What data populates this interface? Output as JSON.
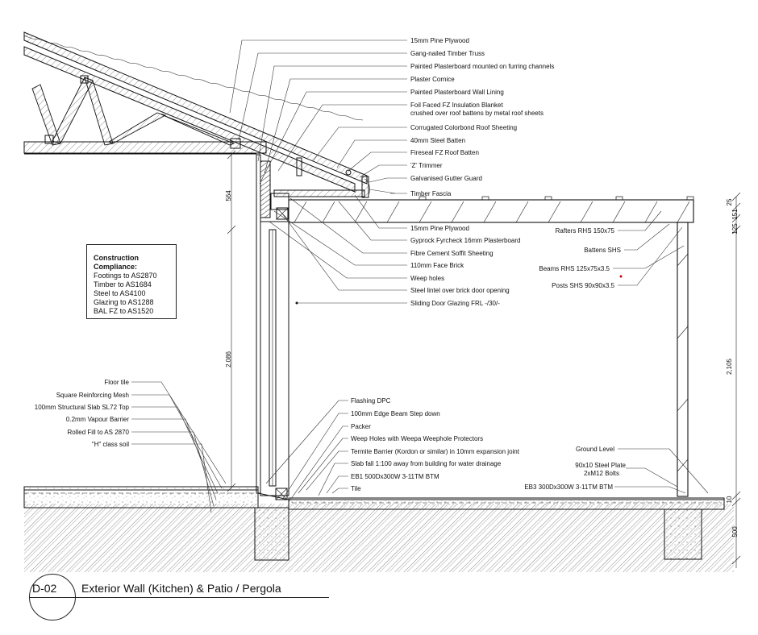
{
  "detail": {
    "id": "D-02",
    "title": "Exterior Wall (Kitchen) & Patio / Pergola"
  },
  "compliance": {
    "title": "Construction Compliance:",
    "lines": [
      "Footings to AS2870",
      "Timber to AS1684",
      "Steel to AS4100",
      "Glazing to AS1288",
      "BAL FZ to AS1520"
    ]
  },
  "roof_labels": [
    "15mm Pine Plywood",
    "Gang-nailed Timber Truss",
    "Painted Plasterboard mounted on furring channels",
    "Plaster Cornice",
    "Painted Plasterboard Wall Lining",
    "Foil Faced FZ Insulation Blanket",
    "crushed over roof battens by metal roof sheets",
    "Corrugated Colorbond Roof Sheeting",
    "40mm Steel Batten",
    "Fireseal FZ Roof Batten",
    "'Z' Trimmer",
    "Galvanised Gutter Guard",
    "Timber Fascia"
  ],
  "wall_labels": [
    "15mm Pine Plywood",
    "Gyprock Fyrcheck 16mm Plasterboard",
    "Fibre Cement Soffit Sheeting",
    "110mm Face Brick",
    "Weep holes",
    "Steel lintel over brick door opening",
    "Sliding Door Glazing FRL -/30/-"
  ],
  "pergola_labels": [
    "Rafters RHS 150x75",
    "Battens SHS",
    "Beams RHS 125x75x3.5",
    "Posts SHS 90x90x3.5"
  ],
  "slab_labels": [
    "Floor tile",
    "Square Reinforcing Mesh",
    "100mm Structural Slab SL72 Top",
    "0.2mm Vapour Barrier",
    "Rolled Fill to AS 2870",
    "\"H\" class soil"
  ],
  "footing_labels": [
    "Flashing DPC",
    "100mm Edge Beam Step down",
    "Packer",
    "Weep Holes with Weepa Weephole Protectors",
    "Termite Barrier (Kordon or similar) in 10mm expansion joint",
    "Slab fall 1:100 away from building for water drainage",
    "EB1 500Dx300W 3-11TM BTM",
    "Tile"
  ],
  "ground_labels": [
    "Ground Level",
    "90x10 Steel Plate",
    "2xM12 Bolts",
    "EB3 300Dx300W 3-11TM BTM"
  ],
  "dimensions": {
    "wall_top": "564",
    "wall_height": "2,086",
    "right_a": "25",
    "right_b": "151",
    "right_c": "125",
    "right_d": "2,105",
    "right_e": "10",
    "right_f": "500"
  }
}
